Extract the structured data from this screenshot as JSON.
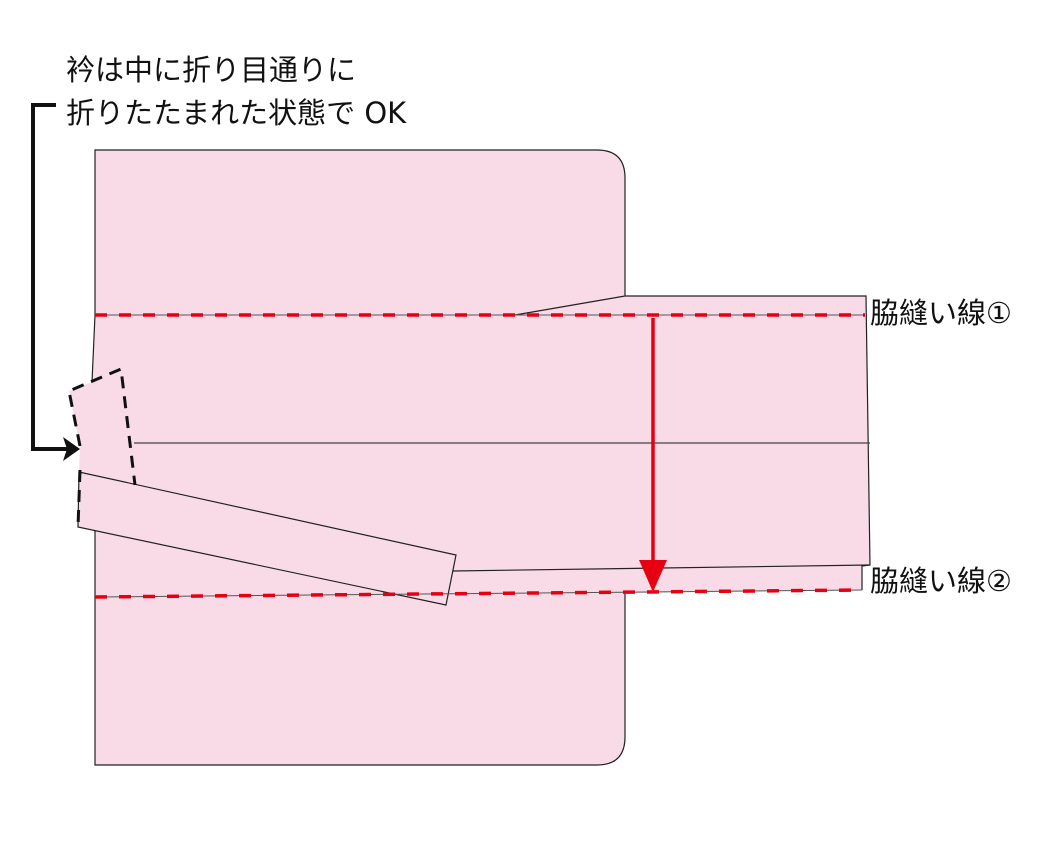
{
  "note": {
    "line1": "衿は中に折り目通りに",
    "line2": "折りたたまれた状態で OK"
  },
  "labels": {
    "side_seam_1": "脇縫い線①",
    "side_seam_2": "脇縫い線②"
  },
  "colors": {
    "fabric": "#f9dbe8",
    "seam": "#e60012",
    "outline": "#222222"
  }
}
